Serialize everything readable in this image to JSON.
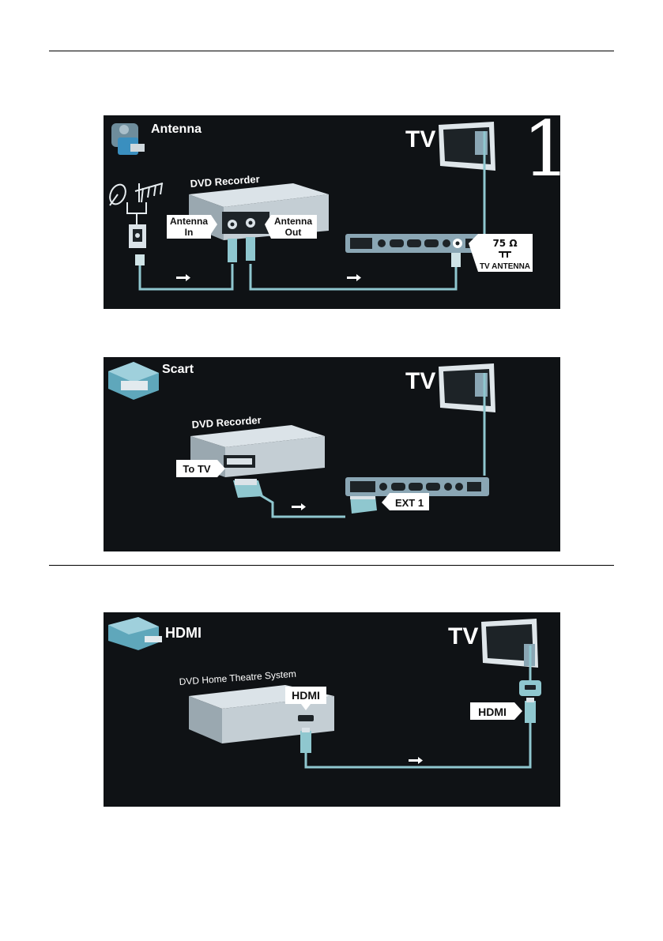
{
  "panels": {
    "antenna": {
      "title": "Antenna",
      "tv_label": "TV",
      "step_number": "1",
      "device": "DVD Recorder",
      "port_in": [
        "Antenna",
        "In"
      ],
      "port_out": [
        "Antenna",
        "Out"
      ],
      "tv_port": [
        "75 Ω",
        "TV ANTENNA"
      ]
    },
    "scart": {
      "title": "Scart",
      "tv_label": "TV",
      "device": "DVD Recorder",
      "port_out": "To TV",
      "tv_port": "EXT 1"
    },
    "hdmi": {
      "title": "HDMI",
      "tv_label": "TV",
      "device": "DVD Home Theatre System",
      "port_out": "HDMI",
      "tv_port": "HDMI"
    }
  },
  "colors": {
    "panel_bg": "#0f1215",
    "cable": "#8fc7cf",
    "tv_port_bar": "#8aa6b4",
    "device_top": "#dbe3e8"
  }
}
